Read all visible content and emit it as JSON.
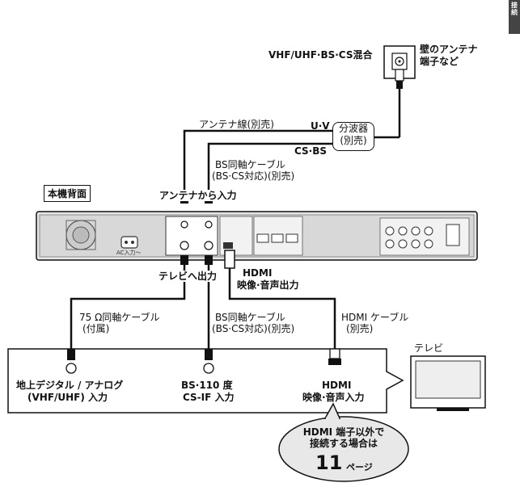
{
  "side_tab": "接続",
  "wall_antenna": {
    "source": "VHF/UHF·BS·CS混合",
    "line1": "壁のアンテナ",
    "line2": "端子など"
  },
  "splitter": {
    "line1": "分波器",
    "line2": "(別売)",
    "port_uv": "U·V",
    "port_csbs": "CS·BS"
  },
  "cables_top": {
    "antenna_wire": "アンテナ線(別売)",
    "bs_coax_1": "BS同軸ケーブル",
    "bs_coax_2": "(BS·CS対応)(別売)"
  },
  "recorder": {
    "panel_label": "本機背面",
    "antenna_in": "アンテナから入力",
    "tv_out": "テレビへ出力",
    "hdmi_1": "HDMI",
    "hdmi_2": "映像·音声出力",
    "ac_inlet": "AC入力〜"
  },
  "cables_bottom": {
    "coax75_1": "75 Ω同軸ケーブル",
    "coax75_2": "(付属)",
    "bs_coax_1": "BS同軸ケーブル",
    "bs_coax_2": "(BS·CS対応)(別売)",
    "hdmi_cable_1": "HDMI ケーブル",
    "hdmi_cable_2": "(別売)"
  },
  "tv_inputs": {
    "terrestrial_1": "地上デジタル / アナログ",
    "terrestrial_2": "(VHF/UHF) 入力",
    "bs_1": "BS·110 度",
    "bs_2": "CS-IF 入力",
    "hdmi_1": "HDMI",
    "hdmi_2": "映像·音声入力",
    "tv_label": "テレビ"
  },
  "callout": {
    "line1": "HDMI 端子以外で",
    "line2": "接続する場合は",
    "page": "11",
    "page_suffix": "ページ"
  }
}
